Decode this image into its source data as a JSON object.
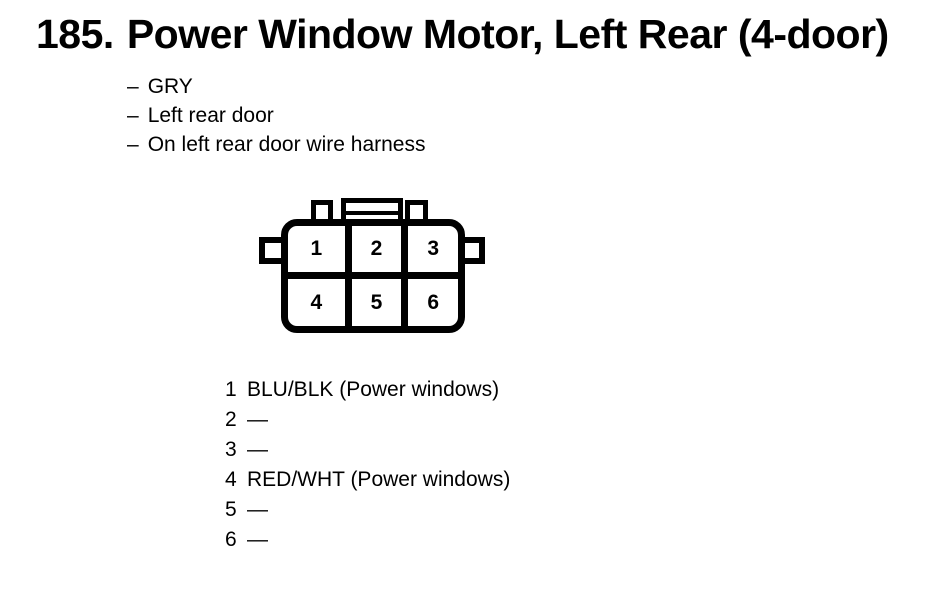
{
  "header": {
    "number": "185.",
    "title": "Power Window Motor, Left Rear (4-door)"
  },
  "details": {
    "dash": "–",
    "items": [
      "GRY",
      "Left rear door",
      "On left rear door wire harness"
    ]
  },
  "connector": {
    "cells": [
      "1",
      "2",
      "3",
      "4",
      "5",
      "6"
    ]
  },
  "pins": [
    {
      "pin": "1",
      "label": "BLU/BLK (Power windows)"
    },
    {
      "pin": "2",
      "label": "—"
    },
    {
      "pin": "3",
      "label": "—"
    },
    {
      "pin": "4",
      "label": "RED/WHT (Power windows)"
    },
    {
      "pin": "5",
      "label": "—"
    },
    {
      "pin": "6",
      "label": "—"
    }
  ],
  "colors": {
    "ink": "#000000",
    "paper": "#ffffff"
  }
}
